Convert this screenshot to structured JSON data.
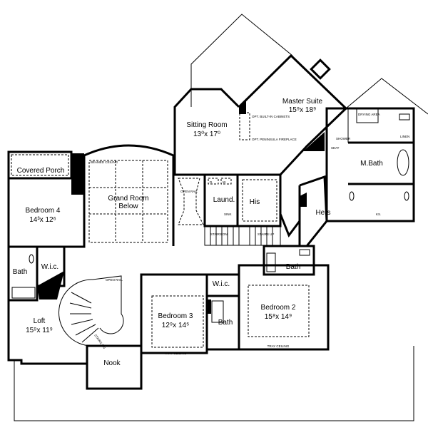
{
  "rooms": {
    "master_suite": {
      "name": "Master Suite",
      "size": "15⁹x 18⁹"
    },
    "sitting_room": {
      "name": "Sitting Room",
      "size": "13⁰x 17⁰"
    },
    "covered_porch": {
      "name": "Covered Porch"
    },
    "grand_room": {
      "name": "Grand Room",
      "note": "Below"
    },
    "bedroom_4": {
      "name": "Bedroom 4",
      "size": "14³x 12⁶"
    },
    "m_bath": {
      "name": "M.Bath"
    },
    "laundry": {
      "name": "Laund."
    },
    "his": {
      "name": "His"
    },
    "hers": {
      "name": "Hers"
    },
    "bath_left": {
      "name": "Bath"
    },
    "wic_left": {
      "name": "W.i.c."
    },
    "wic_mid": {
      "name": "W.i.c."
    },
    "bath_mid": {
      "name": "Bath"
    },
    "bath_right": {
      "name": "Bath"
    },
    "loft": {
      "name": "Loft",
      "size": "15⁹x 11⁹"
    },
    "bedroom_3": {
      "name": "Bedroom 3",
      "size": "12⁹x 14⁵"
    },
    "bedroom_2": {
      "name": "Bedroom 2",
      "size": "15⁸x 14⁹"
    },
    "nook": {
      "name": "Nook"
    }
  },
  "notes": {
    "beamed_ceiling": "BEAMED CEILING",
    "open_rail_1": "OPEN RAIL",
    "open_rail_2": "OPEN RAIL",
    "opt_cabinets": "OPT. BUILT-IN CABINETS",
    "opt_fireplace": "OPT. PENINSULA FIREPLACE",
    "drying_area": "DRYING AREA",
    "shower": "SHOWER",
    "seat": "SEAT",
    "linen": "LINEN",
    "ks": "KS.",
    "d": "D.",
    "w": "W.",
    "sink": "SINK",
    "stairs_dn": "STAIRS DN",
    "stairs_up": "STAIRS UP",
    "stairs_spiral": "STAIRS DN",
    "tray_ceiling_3": "TRAY CEILING",
    "tray_ceiling_2": "TRAY CEILING"
  }
}
